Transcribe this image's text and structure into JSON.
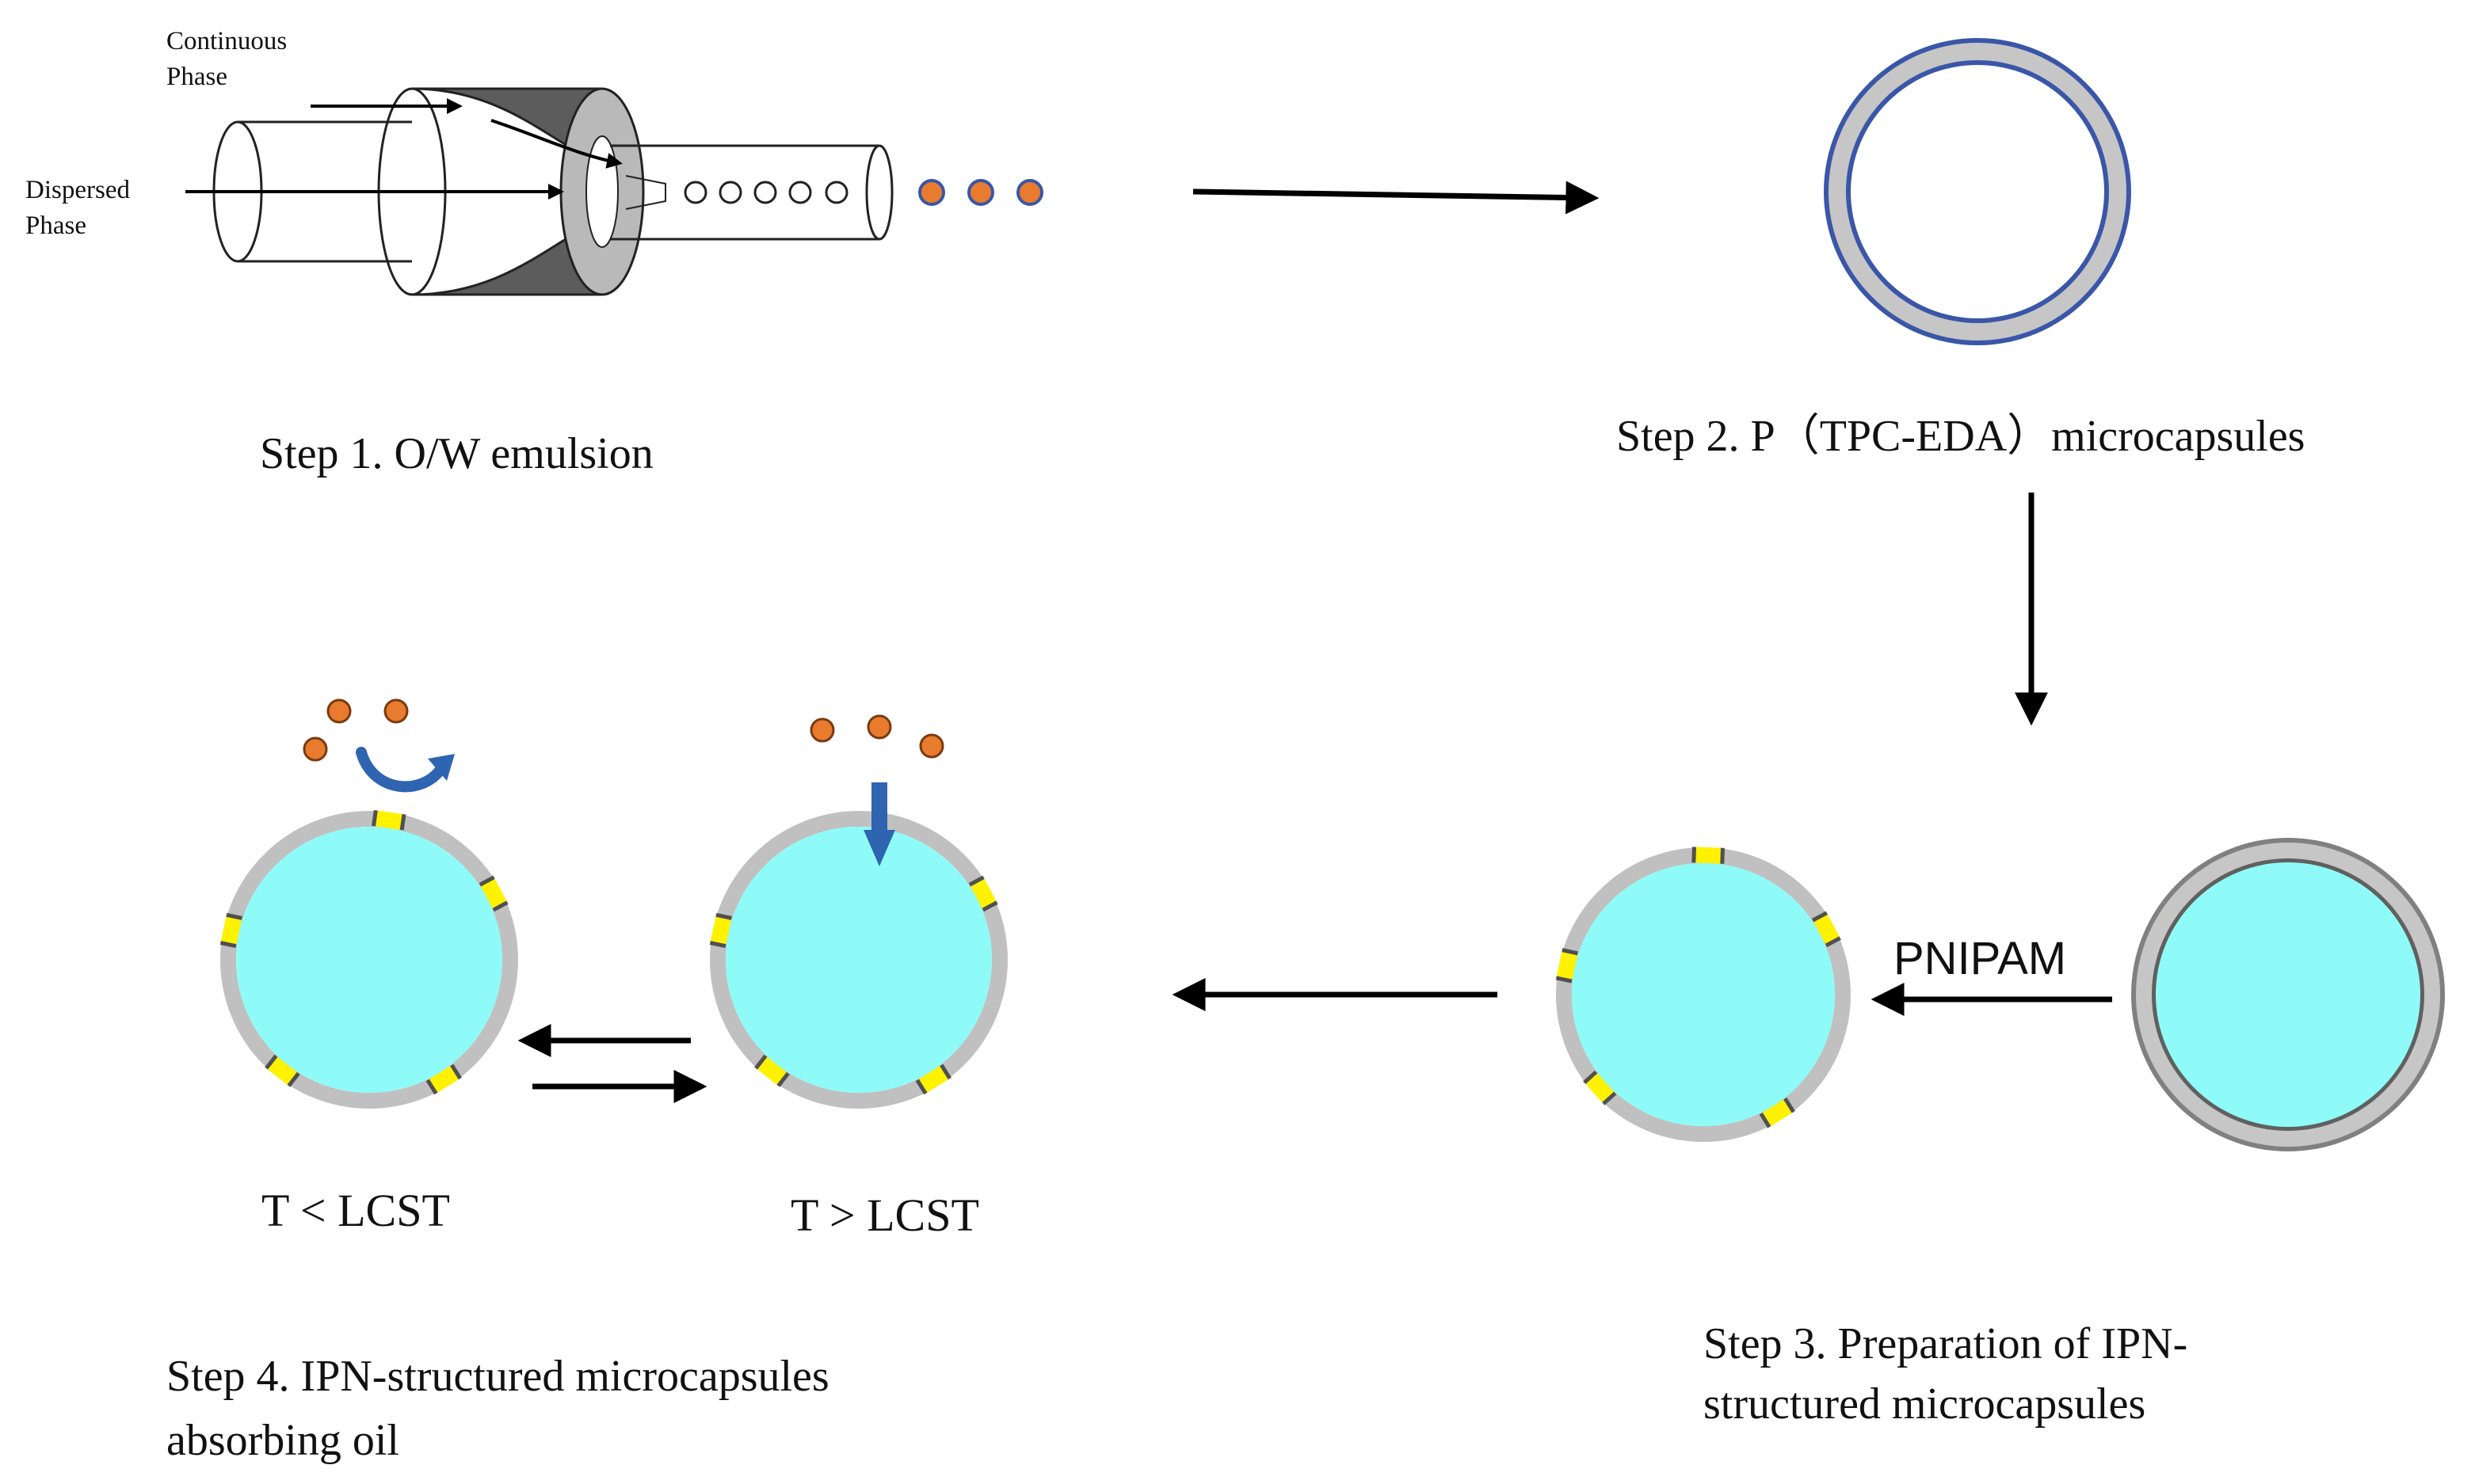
{
  "labels": {
    "continuous_phase": "Continuous\nPhase",
    "dispersed_phase": "Dispersed\nPhase",
    "step1": "Step 1. O/W emulsion",
    "step2": "Step 2. P（TPC-EDA）microcapsules",
    "step3": "Step 3. Preparation of IPN-\nstructured microcapsules",
    "step4": "Step 4. IPN-structured microcapsules\nabsorbing oil",
    "pnipam": "PNIPAM",
    "t_below": "T < LCST",
    "t_above": "T > LCST"
  },
  "colors": {
    "shell_gray": "#c0c0c0",
    "core_cyan": "#8ffbf8",
    "patch_yellow": "#fff200",
    "oil_orange": "#e87b2e",
    "arrow_blue": "#2e64b0",
    "ring_outline": "#3a56a8",
    "device_dark": "#606060"
  },
  "icons": {
    "oil_droplet": "orange-dot-icon",
    "release_arrow": "curved-arrow-icon",
    "absorb_arrow": "down-arrow-icon"
  }
}
